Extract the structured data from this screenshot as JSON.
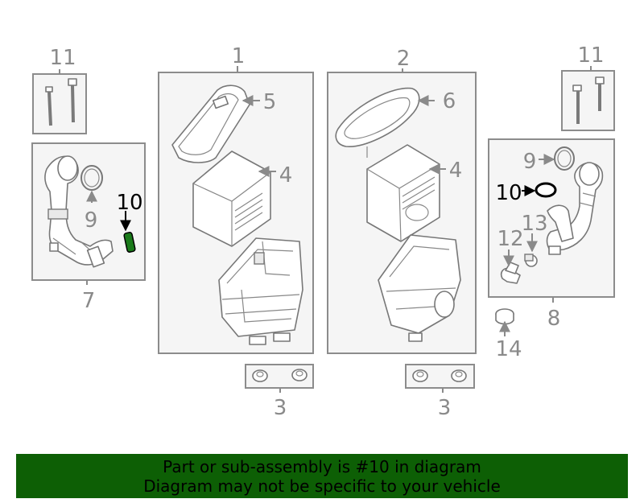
{
  "callouts": {
    "c1": "1",
    "c2": "2",
    "c3a": "3",
    "c3b": "3",
    "c4a": "4",
    "c4b": "4",
    "c5": "5",
    "c6": "6",
    "c7": "7",
    "c8": "8",
    "c9a": "9",
    "c9b": "9",
    "c10a": "10",
    "c10b": "10",
    "c11a": "11",
    "c11b": "11",
    "c12": "12",
    "c13": "13",
    "c14": "14"
  },
  "highlight": {
    "part_number": "10",
    "color": "#1a7a1a"
  },
  "banner": {
    "line1": "Part or sub-assembly is #10 in diagram",
    "line2": "Diagram may not be specific to your vehicle",
    "background": "#0d5f05"
  }
}
